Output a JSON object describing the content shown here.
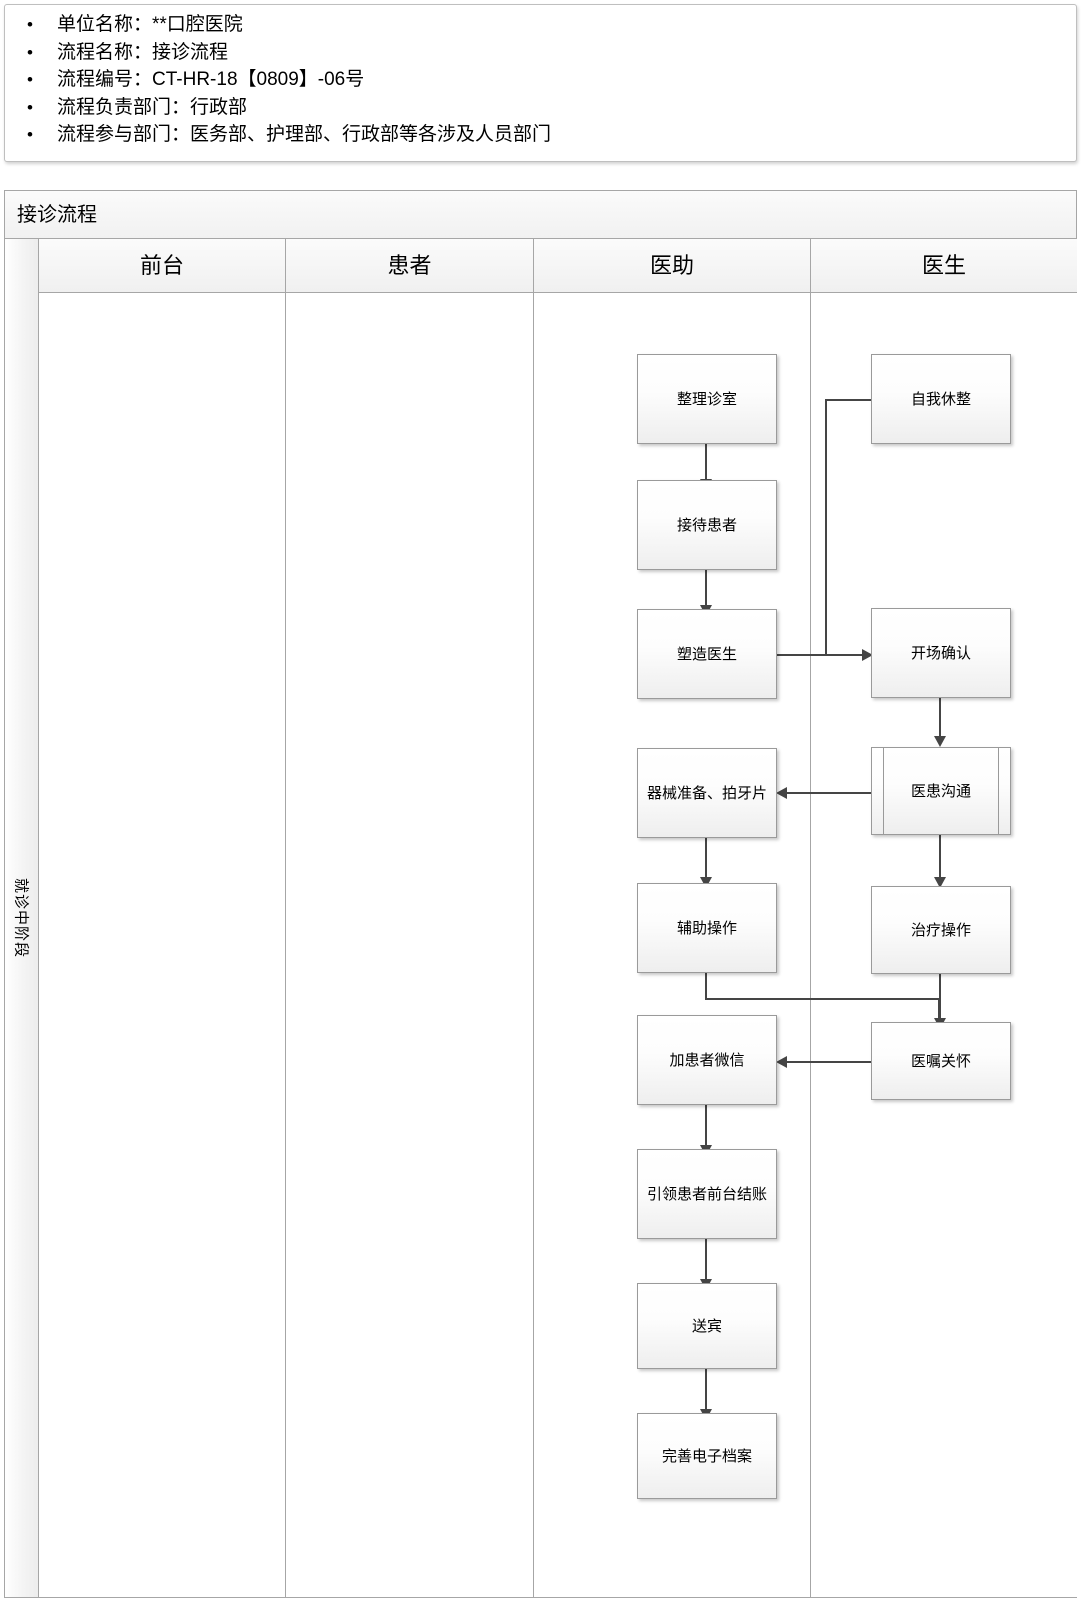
{
  "info": {
    "bullet_glyph": "•",
    "items": [
      "单位名称：**口腔医院",
      "流程名称：接诊流程",
      "流程编号：CT-HR-18【0809】-06号",
      "流程负责部门：行政部",
      "流程参与部门：医务部、护理部、行政部等各涉及人员部门"
    ]
  },
  "flow": {
    "title": "接诊流程",
    "phase_label": "就诊中阶段",
    "lanes": [
      {
        "label": "前台"
      },
      {
        "label": "患者"
      },
      {
        "label": "医助"
      },
      {
        "label": "医生"
      }
    ],
    "nodes": [
      {
        "id": "n1",
        "lane": "医助",
        "label": "整理诊室",
        "shape": "process"
      },
      {
        "id": "n2",
        "lane": "医助",
        "label": "接待患者",
        "shape": "process"
      },
      {
        "id": "n3",
        "lane": "医助",
        "label": "塑造医生",
        "shape": "process"
      },
      {
        "id": "n4",
        "lane": "医助",
        "label": "器械准备、拍牙片",
        "shape": "process"
      },
      {
        "id": "n5",
        "lane": "医助",
        "label": "辅助操作",
        "shape": "process"
      },
      {
        "id": "n6",
        "lane": "医助",
        "label": "加患者微信",
        "shape": "process"
      },
      {
        "id": "n7",
        "lane": "医助",
        "label": "引领患者前台结账",
        "shape": "process"
      },
      {
        "id": "n8",
        "lane": "医助",
        "label": "送宾",
        "shape": "process"
      },
      {
        "id": "n9",
        "lane": "医助",
        "label": "完善电子档案",
        "shape": "process"
      },
      {
        "id": "d1",
        "lane": "医生",
        "label": "自我休整",
        "shape": "process"
      },
      {
        "id": "d2",
        "lane": "医生",
        "label": "开场确认",
        "shape": "process"
      },
      {
        "id": "d3",
        "lane": "医生",
        "label": "医患沟通",
        "shape": "predefined"
      },
      {
        "id": "d4",
        "lane": "医生",
        "label": "治疗操作",
        "shape": "process"
      },
      {
        "id": "d5",
        "lane": "医生",
        "label": "医嘱关怀",
        "shape": "process"
      }
    ],
    "edges": [
      {
        "from": "n1",
        "to": "n2"
      },
      {
        "from": "n2",
        "to": "n3"
      },
      {
        "from": "n3",
        "to": "d2"
      },
      {
        "from": "d1",
        "to": "d2"
      },
      {
        "from": "d2",
        "to": "d3"
      },
      {
        "from": "d3",
        "to": "n4"
      },
      {
        "from": "d3",
        "to": "d4"
      },
      {
        "from": "n4",
        "to": "n5"
      },
      {
        "from": "n5",
        "to": "d5"
      },
      {
        "from": "d4",
        "to": "d5"
      },
      {
        "from": "d5",
        "to": "n6"
      },
      {
        "from": "n6",
        "to": "n7"
      },
      {
        "from": "n7",
        "to": "n8"
      },
      {
        "from": "n8",
        "to": "n9"
      }
    ]
  },
  "colors": {
    "node_border": "#9a9a9a",
    "connector": "#454545",
    "frame_border": "#a6a6a6",
    "lane_head_bg": "#f0f0f0"
  }
}
